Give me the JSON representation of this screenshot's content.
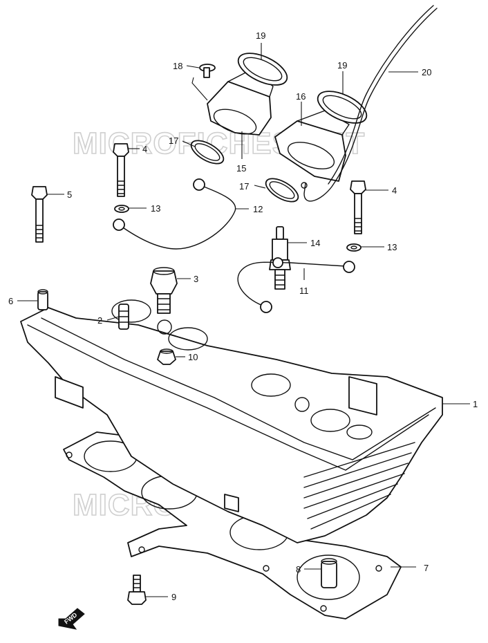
{
  "watermark": "MICROFICHES.NET",
  "fwd_label": "FWD",
  "callouts": {
    "c1": "1",
    "c2": "2",
    "c3": "3",
    "c4a": "4",
    "c4b": "4",
    "c5": "5",
    "c6": "6",
    "c7": "7",
    "c8": "8",
    "c9": "9",
    "c10": "10",
    "c11": "11",
    "c12": "12",
    "c13a": "13",
    "c13b": "13",
    "c14": "14",
    "c15": "15",
    "c16": "16",
    "c17a": "17",
    "c17b": "17",
    "c18": "18",
    "c19a": "19",
    "c19b": "19",
    "c20": "20"
  }
}
